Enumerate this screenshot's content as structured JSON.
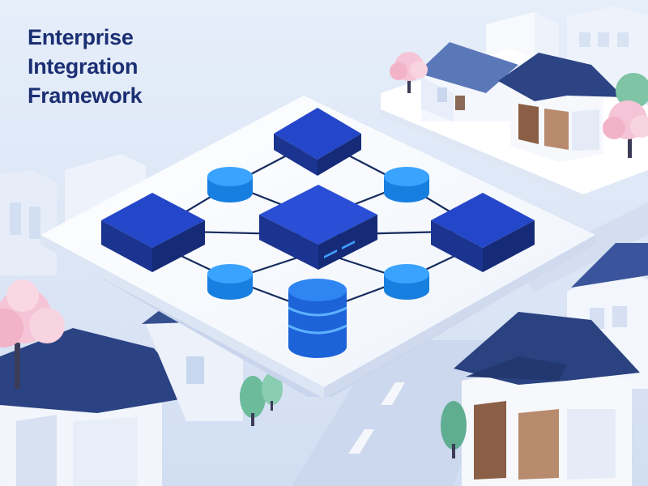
{
  "header": {
    "title_lines": [
      "Enterprise",
      "Integration",
      "Framework"
    ]
  },
  "colors": {
    "background": "#dde8f7",
    "title": "#1b2f73",
    "block_top": "#2447c9",
    "block_front": "#1a348f",
    "node": "#1f8ff0",
    "connector": "#152a5e",
    "roof": "#2c4484",
    "blossom": "#f5c4d6"
  }
}
